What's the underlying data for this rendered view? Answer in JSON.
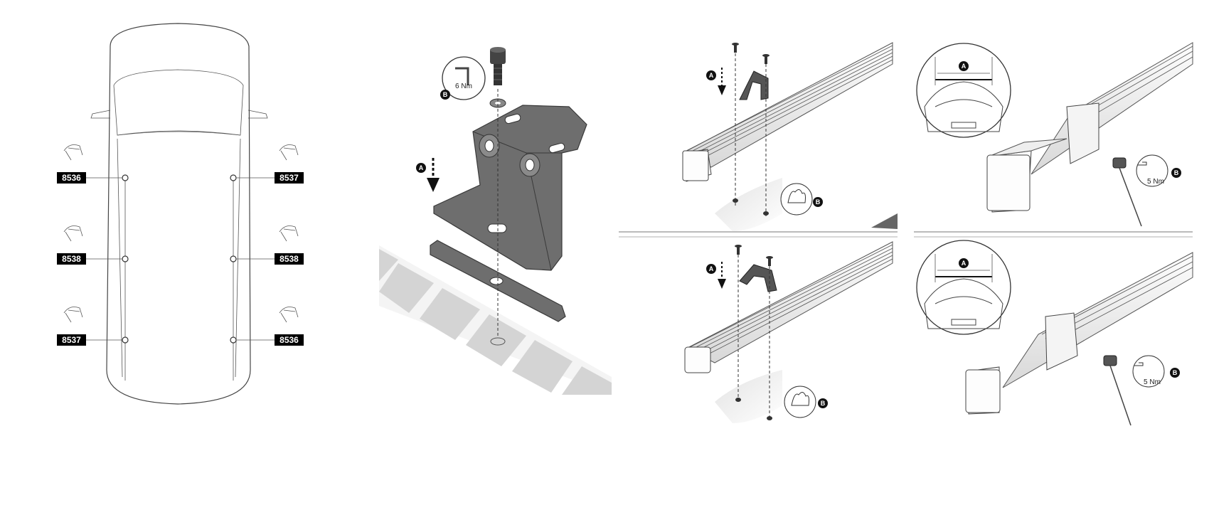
{
  "car_labels": {
    "left_front": "8536",
    "right_front": "8537",
    "left_mid": "8538",
    "right_mid": "8538",
    "left_rear": "8537",
    "right_rear": "8536"
  },
  "bracket": {
    "step_a": "A",
    "step_b": "B",
    "torque": "6 Nm"
  },
  "bar_top": {
    "step_a": "A",
    "step_b": "B"
  },
  "bar_bottom": {
    "step_a": "A",
    "step_b": "B"
  },
  "end_top": {
    "measure": "A",
    "step_b": "B",
    "torque": "5 Nm"
  },
  "end_bottom": {
    "measure": "A",
    "step_b": "B",
    "torque": "5 Nm"
  },
  "colors": {
    "label_bg": "#000000",
    "part": "#6e6e6e",
    "line": "#444444"
  }
}
